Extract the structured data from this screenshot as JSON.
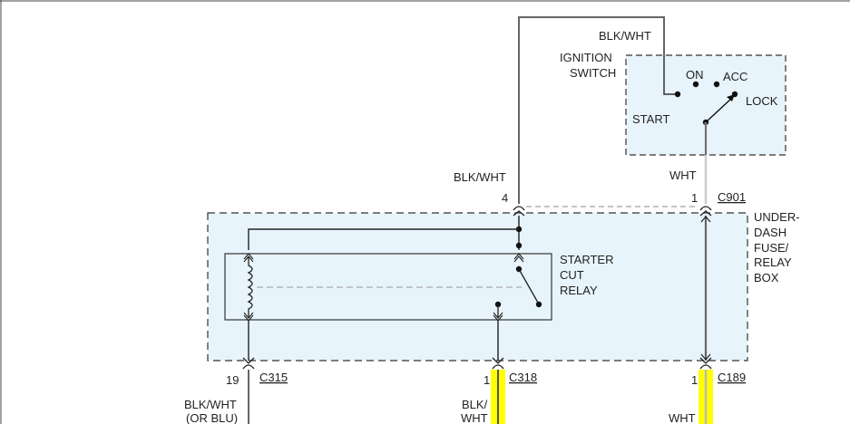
{
  "ignition_switch": {
    "label_line1": "IGNITION",
    "label_line2": "SWITCH",
    "pos_on": "ON",
    "pos_acc": "ACC",
    "pos_lock": "LOCK",
    "pos_start": "START"
  },
  "fuse_box": {
    "label_lines": [
      "UNDER-",
      "DASH",
      "FUSE/",
      "RELAY",
      "BOX"
    ]
  },
  "relay": {
    "label_lines": [
      "STARTER",
      "CUT",
      "RELAY"
    ]
  },
  "connector_c901": {
    "name": "C901",
    "pin_4": "4",
    "pin_1": "1"
  },
  "wires": {
    "top_wire_label": "BLK/WHT",
    "pin4_wire_label": "BLK/WHT",
    "pin1_wire_label": "WHT",
    "c315_wire_label_line1": "BLK/WHT",
    "c315_wire_label_line2": "(OR BLU)",
    "c318_wire_label_line1": "BLK/",
    "c318_wire_label_line2": "WHT",
    "c189_wire_label": "WHT"
  },
  "bottom_connectors": {
    "c315": {
      "name": "C315",
      "pin": "19"
    },
    "c318": {
      "name": "C318",
      "pin": "1"
    },
    "c189": {
      "name": "C189",
      "pin": "1"
    }
  },
  "colors": {
    "box_fill": "#e8f4fb",
    "wire_dark": "#555555",
    "wire_light": "#cccccc",
    "highlight": "#ffff00"
  }
}
